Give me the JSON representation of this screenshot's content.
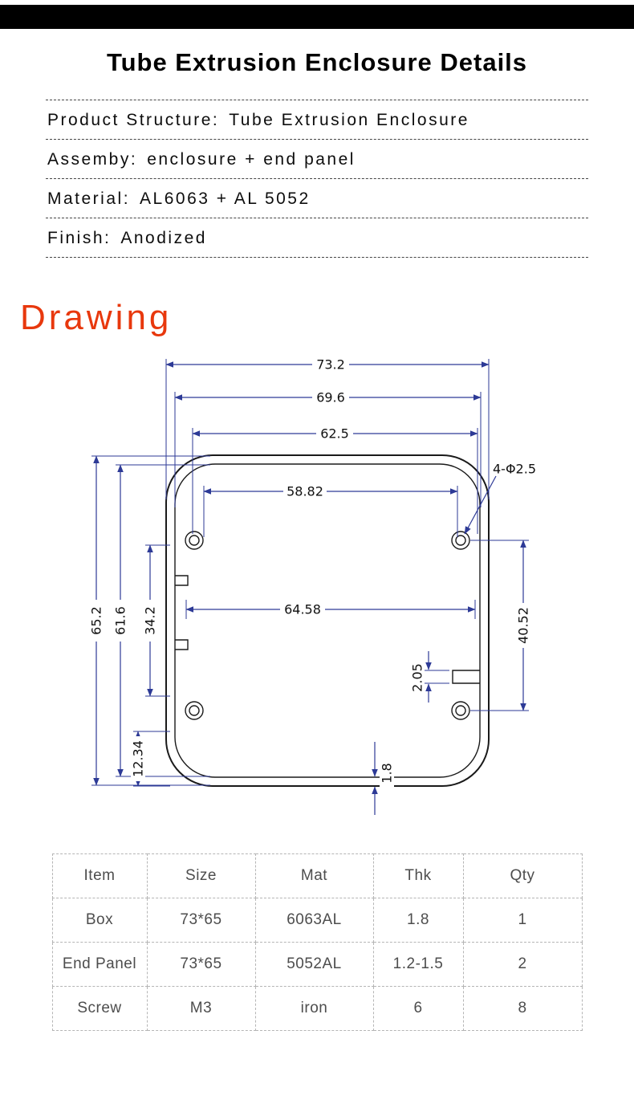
{
  "header": {
    "title": "Tube Extrusion Enclosure Details"
  },
  "specs": {
    "items": [
      {
        "label": "Product Structure:",
        "value": "Tube Extrusion Enclosure"
      },
      {
        "label": "Assemby:",
        "value": "enclosure + end panel"
      },
      {
        "label": "Material:",
        "value": "AL6063 + AL 5052"
      },
      {
        "label": "Finish:",
        "value": "Anodized"
      }
    ]
  },
  "drawing": {
    "heading": "Drawing",
    "dims": {
      "width_outer": "73.2",
      "width_mid1": "69.6",
      "width_mid2": "62.5",
      "width_mid3": "58.82",
      "holes": "4-Φ2.5",
      "height_outer": "65.2",
      "height_inner": "61.6",
      "height_mid": "34.2",
      "height_bottom": "12.34",
      "width_inner": "64.58",
      "rib_gap": "2.05",
      "hole_spacing": "40.52",
      "wall_thickness": "1.8"
    }
  },
  "table": {
    "headers": [
      "Item",
      "Size",
      "Mat",
      "Thk",
      "Qty"
    ],
    "rows": [
      [
        "Box",
        "73*65",
        "6063AL",
        "1.8",
        "1"
      ],
      [
        "End Panel",
        "73*65",
        "5052AL",
        "1.2-1.5",
        "2"
      ],
      [
        "Screw",
        "M3",
        "iron",
        "6",
        "8"
      ]
    ]
  },
  "colors": {
    "accent": "#e8380d",
    "dimension_line": "#2d3a96",
    "top_bar": "#000000"
  }
}
